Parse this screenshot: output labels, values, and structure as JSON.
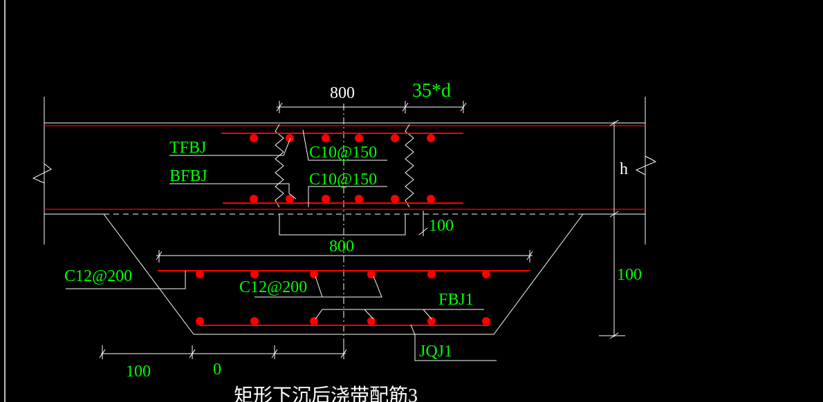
{
  "drawing": {
    "colors": {
      "background": "#000000",
      "outline": "#ffffff",
      "rebar": "#ff0000",
      "annotation": "#00ff00"
    },
    "labels": {
      "top_width": "800",
      "anchor_length": "35*d",
      "tfbj": "TFBJ",
      "bfbj": "BFBJ",
      "tie_top": "C10@150",
      "tie_bottom": "C10@150",
      "h": "h",
      "drop_100": "100",
      "bottom_width": "800",
      "right_100": "100",
      "pit_top_bar": "C12@200",
      "pit_bar_2": "C12@200",
      "fbj1": "FBJ1",
      "jqj1": "JQJ1",
      "dim_100": "100",
      "dim_0": "0",
      "title": "矩形下沉后浇带配筋3"
    }
  }
}
